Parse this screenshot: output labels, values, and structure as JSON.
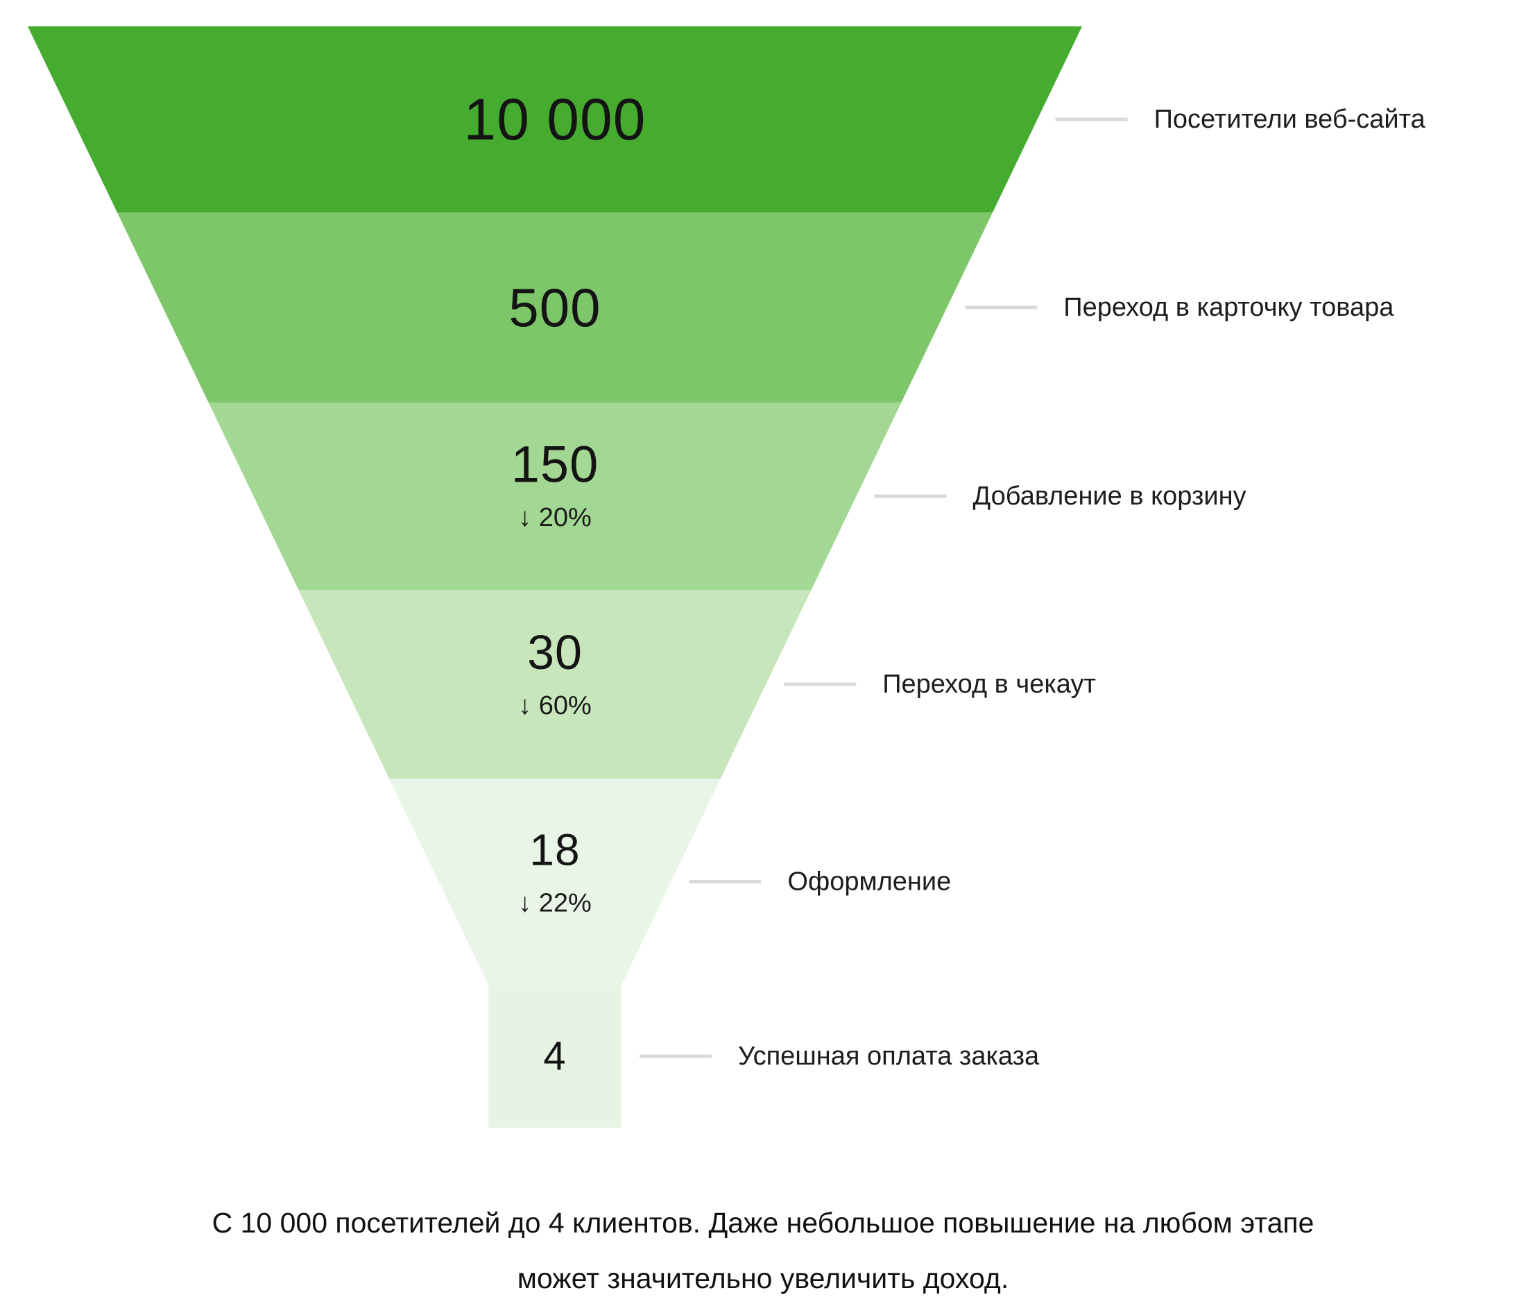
{
  "chart_data": {
    "type": "funnel",
    "title": "",
    "orientation": "inverted-pyramid",
    "legend_position": "right-leader-lines",
    "background": "#ffffff",
    "leader_line_color": "#d9d9d9",
    "number_color": "#141414",
    "label_color": "#1d1d1d",
    "values_numeric": [
      10000,
      500,
      150,
      30,
      18,
      4
    ],
    "stages": [
      {
        "value": "10 000",
        "label": "Посетители веб-сайта",
        "drop": null,
        "color": "#45ac30"
      },
      {
        "value": "500",
        "label": "Переход в карточку товара",
        "drop": null,
        "color": "#7dc669"
      },
      {
        "value": "150",
        "label": "Добавление в корзину",
        "drop": "↓ 20%",
        "color": "#a3d794"
      },
      {
        "value": "30",
        "label": "Переход в чекаут",
        "drop": "↓ 60%",
        "color": "#c8e6bc"
      },
      {
        "value": "18",
        "label": "Оформление",
        "drop": "↓ 22%",
        "color": "#e9f5e6"
      },
      {
        "value": "4",
        "label": "Успешная оплата заказа",
        "drop": null,
        "color": "#e8f4e3"
      }
    ],
    "caption_lines": [
      "С 10 000 посетителей до 4 клиентов. Даже небольшое повышение на любом этапе",
      "может значительно увеличить доход."
    ]
  }
}
